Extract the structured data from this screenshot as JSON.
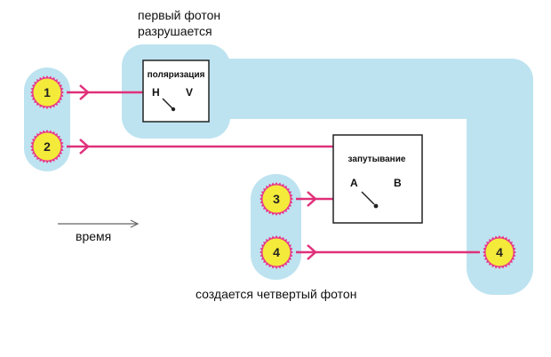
{
  "captions": {
    "first_photon_destroyed_line1": "первый фотон",
    "first_photon_destroyed_line2": "разрушается",
    "fourth_photon_created": "создается четвертый фотон",
    "time": "время"
  },
  "polarization_box": {
    "title": "поляризация",
    "left_letter": "H",
    "right_letter": "V"
  },
  "entanglement_box": {
    "title": "запутывание",
    "left_letter": "A",
    "right_letter": "B"
  },
  "photons": [
    {
      "id": "1",
      "label": "1"
    },
    {
      "id": "2",
      "label": "2"
    },
    {
      "id": "3",
      "label": "3"
    },
    {
      "id": "4",
      "label": "4"
    },
    {
      "id": "4b",
      "label": "4"
    }
  ],
  "colors": {
    "highlight_blue": "#bde3f0",
    "beam_pink": "#e0307a",
    "photon_yellow": "#f4ea3a",
    "photon_rim": "#e8388a",
    "arrow_gray": "#666666"
  }
}
